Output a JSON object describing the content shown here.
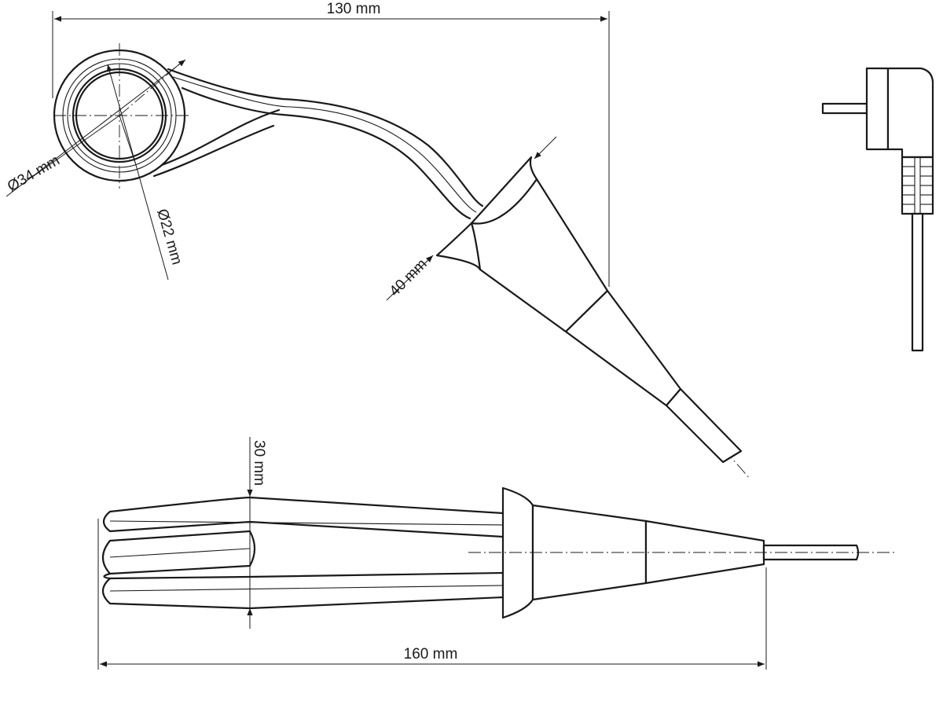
{
  "drawing": {
    "top_view": {
      "dim_width": "130 mm",
      "dim_outer_diameter": "Ø34 mm",
      "dim_inner_diameter": "Ø22 mm",
      "dim_handle": "40 mm"
    },
    "side_view": {
      "dim_height": "30 mm",
      "dim_length": "160 mm"
    },
    "plug_view": {}
  }
}
